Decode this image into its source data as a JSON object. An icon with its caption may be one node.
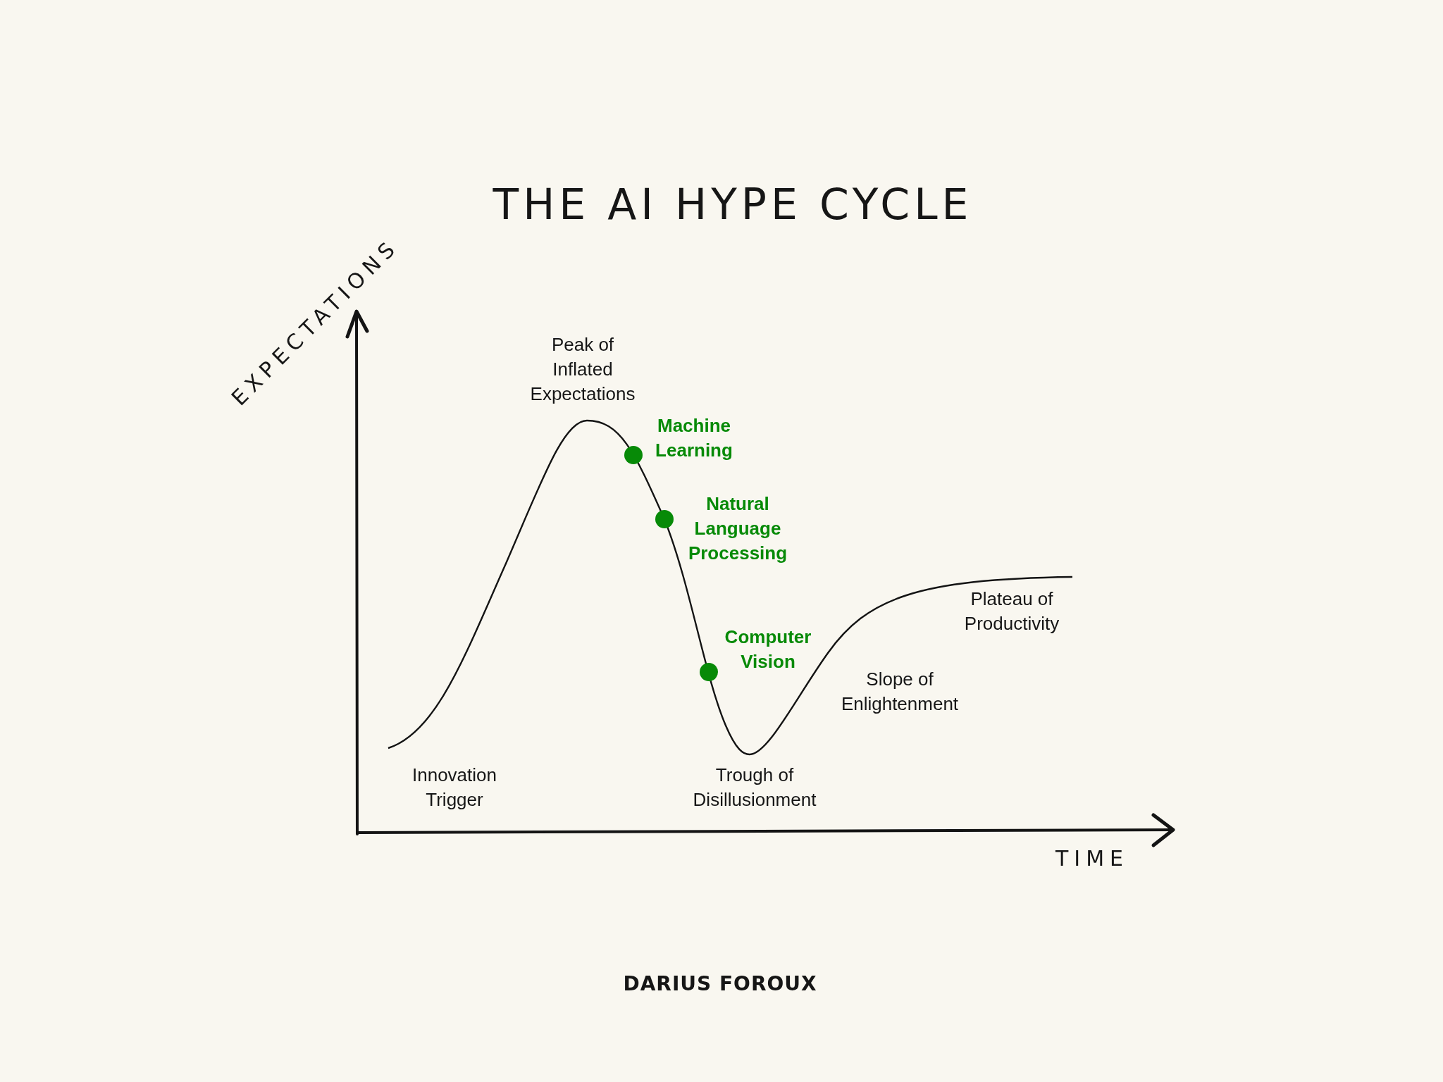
{
  "diagram": {
    "title": "THE AI HYPE CYCLE",
    "nodes": [
      {
        "text": [],
        "shape": "circle",
        "beside": [
          "Machine Learning"
        ]
      },
      {
        "text": [],
        "shape": "circle",
        "beside": [
          "Natural Language Processing"
        ]
      },
      {
        "text": [],
        "shape": "circle",
        "beside": [
          "Computer Vision"
        ]
      }
    ],
    "labels": [
      "EXPECTATIONS",
      "Peak of Inflated Expectations",
      "Plateau of Productivity",
      "Slope of Enlightenment",
      "Innovation Trigger",
      "Trough of Disillusionment",
      "TIME",
      "DARIUS FOROUX"
    ]
  }
}
